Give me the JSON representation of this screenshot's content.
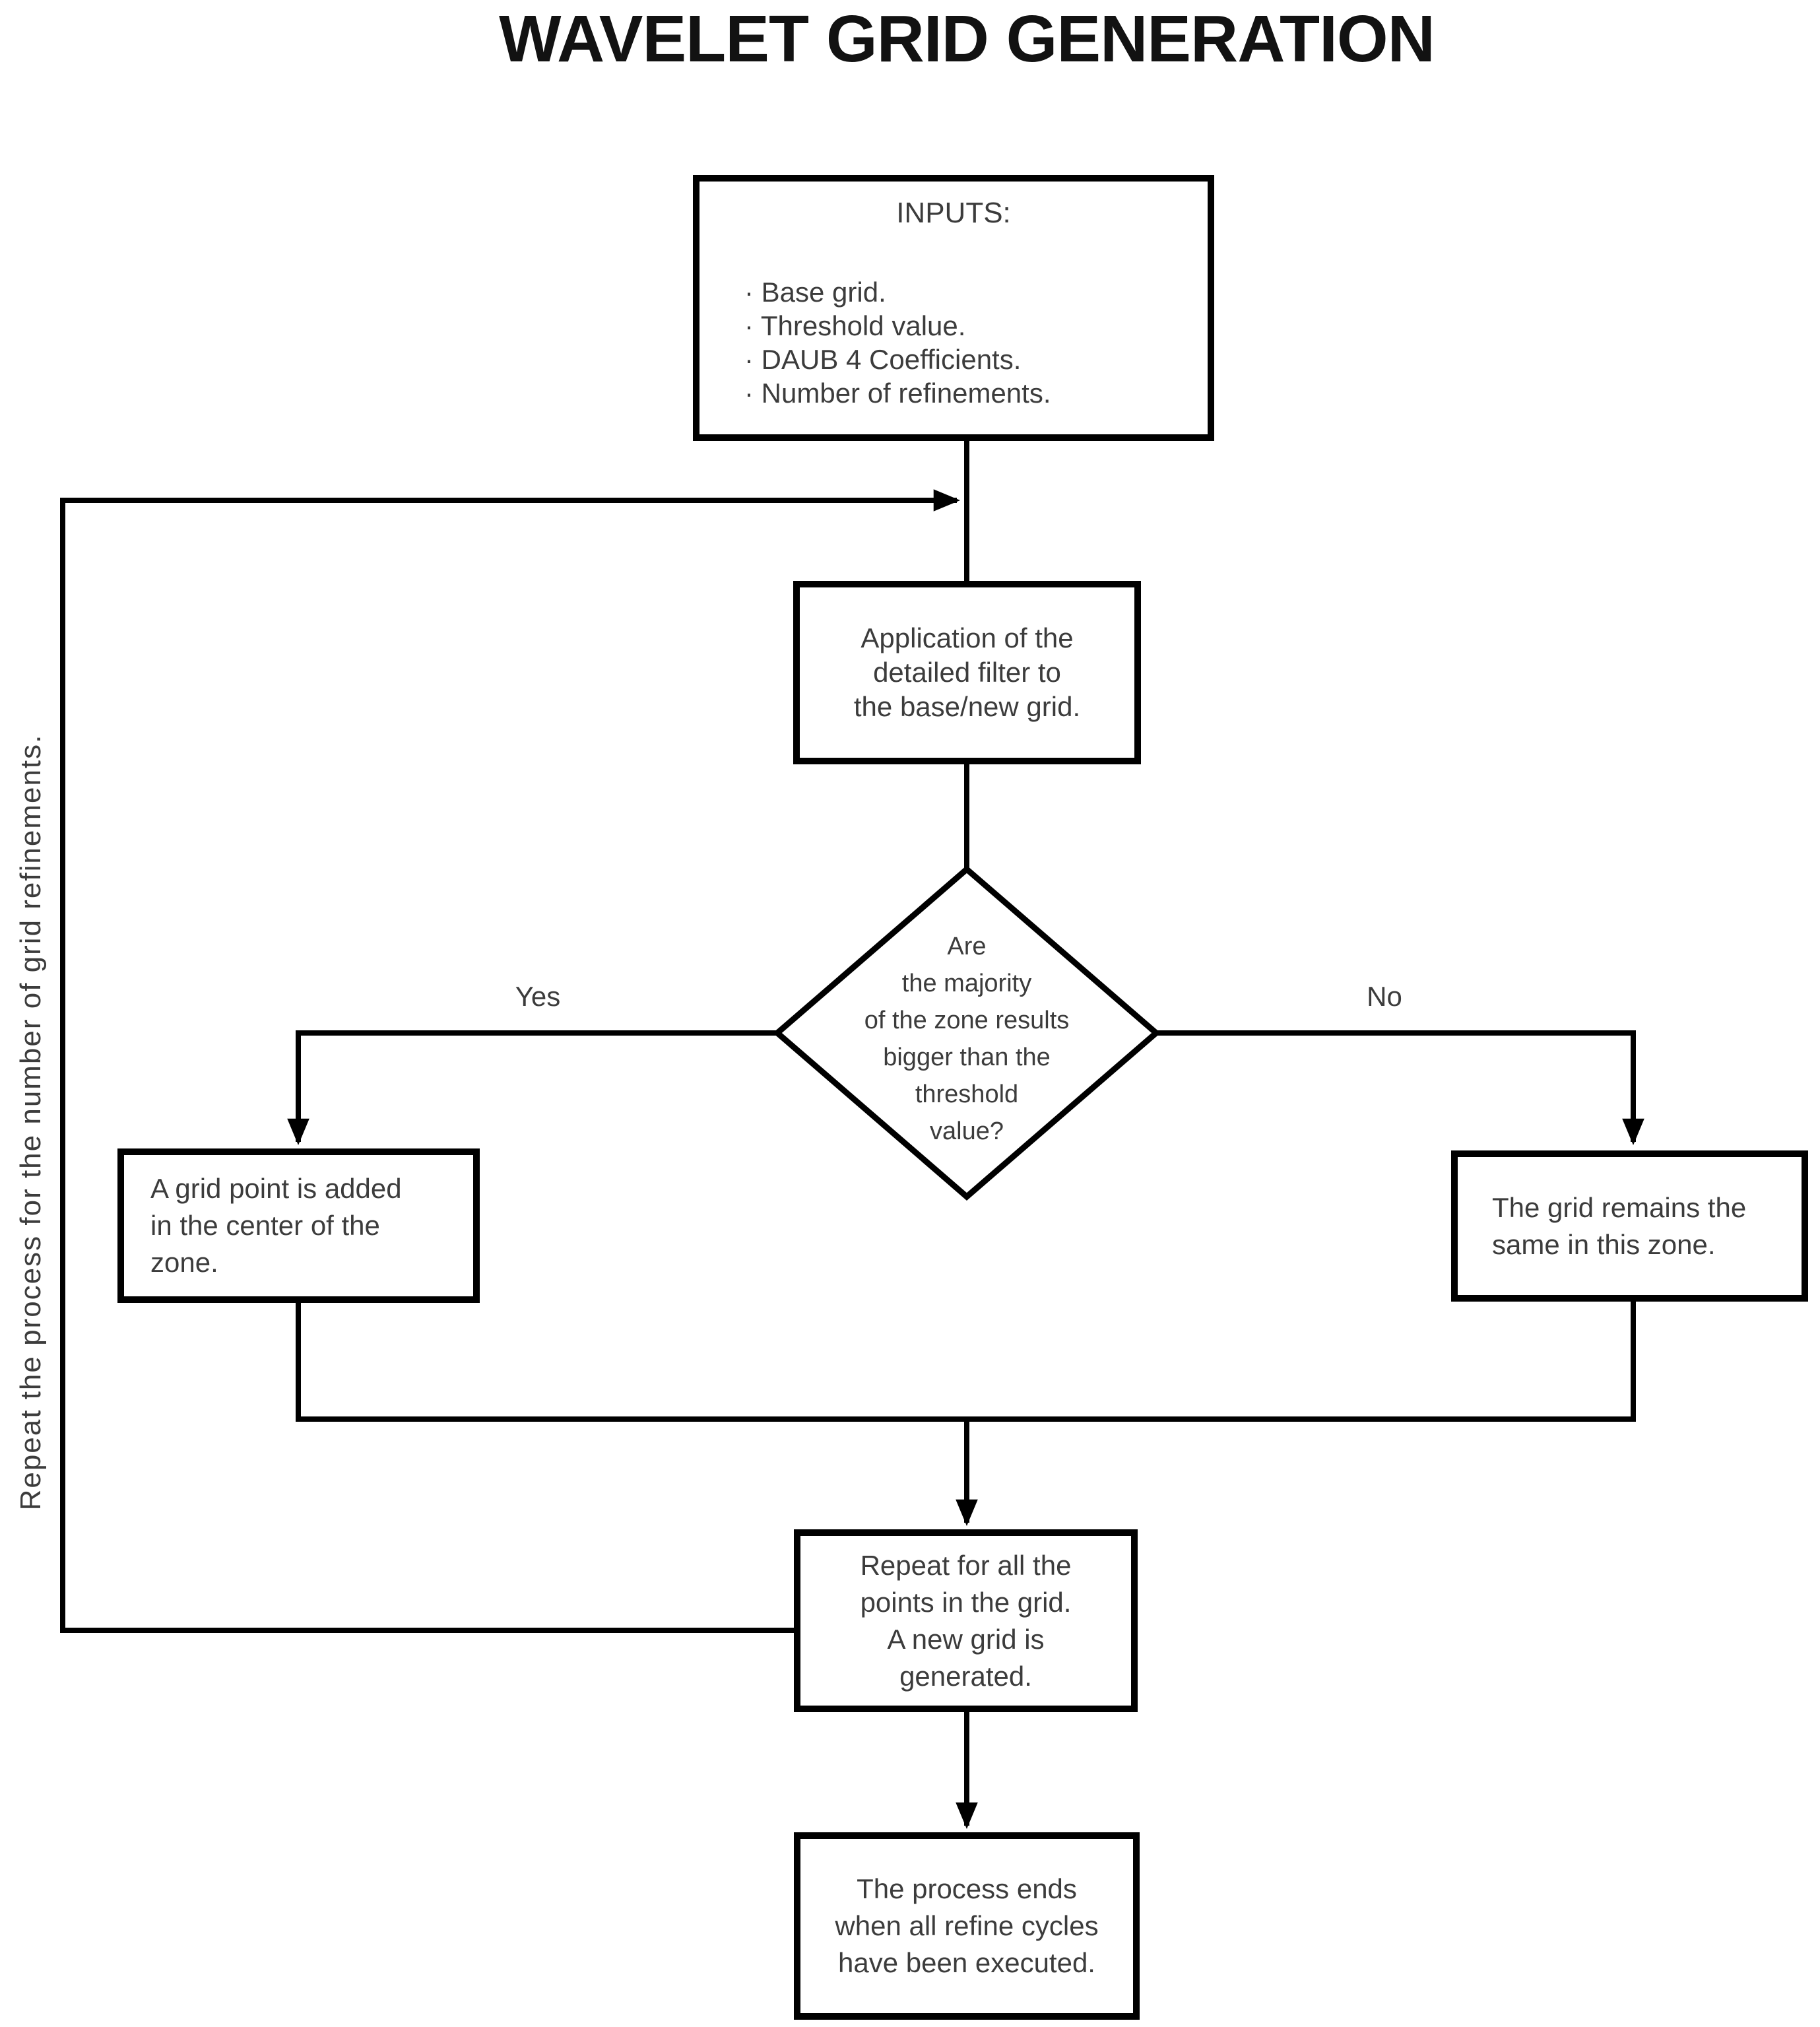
{
  "page": {
    "title": "WAVELET GRID GENERATION"
  },
  "branch_labels": {
    "yes": "Yes",
    "no": "No"
  },
  "side_note": "Repeat the process for the number of grid refinements.",
  "nodes": {
    "inputs": {
      "heading": "INPUTS:",
      "items": [
        "· Base grid.",
        "· Threshold value.",
        "· DAUB 4 Coefficients.",
        "· Number of refinements."
      ]
    },
    "apply_filter": {
      "lines": [
        "Application of the",
        "detailed filter to",
        "the base/new grid."
      ]
    },
    "decision": {
      "lines": [
        "Are",
        "the majority",
        "of the zone results",
        "bigger than the",
        "threshold",
        "value?"
      ]
    },
    "add_point": {
      "lines": [
        "A grid point is added",
        "in the center of the",
        "zone."
      ]
    },
    "remain_same": {
      "lines": [
        "The grid remains the",
        "same in this zone."
      ]
    },
    "repeat_grid": {
      "lines": [
        "Repeat for all the",
        "points in the grid.",
        "A new grid is",
        "generated."
      ]
    },
    "process_end": {
      "lines": [
        "The process ends",
        "when all refine cycles",
        "have been executed."
      ]
    }
  }
}
